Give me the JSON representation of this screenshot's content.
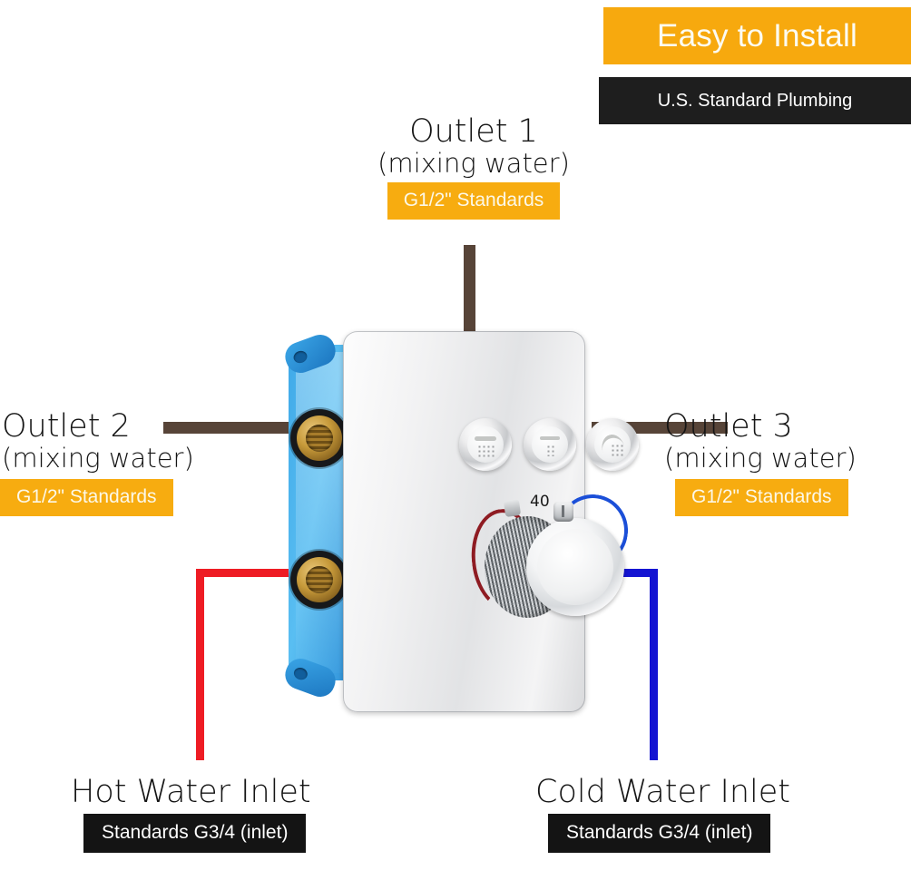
{
  "banners": {
    "headline": "Easy to Install",
    "subheadline": "U.S. Standard Plumbing"
  },
  "colors": {
    "amber": "#F7AC10",
    "black": "#141414",
    "hot_line": "#EE1C24",
    "cold_line": "#1414D2",
    "outlet_pipe": "#574438",
    "valve_body": "#3FA9E8"
  },
  "callouts": {
    "outlet_1": {
      "title": "Outlet 1",
      "subtitle": "(mixing water)",
      "tag": "G1/2\" Standards"
    },
    "outlet_2": {
      "title": "Outlet 2",
      "subtitle": "(mixing water)",
      "tag": "G1/2\" Standards"
    },
    "outlet_3": {
      "title": "Outlet 3",
      "subtitle": "(mixing water)",
      "tag": "G1/2\" Standards"
    },
    "hot_inlet": {
      "title": "Hot Water Inlet",
      "tag": "Standards G3/4 (inlet)"
    },
    "cold_inlet": {
      "title": "Cold Water Inlet",
      "tag": "Standards G3/4 (inlet)"
    }
  },
  "valve": {
    "temperature_marking": "40",
    "buttons": [
      {
        "icon": "rain-shower-icon"
      },
      {
        "icon": "body-jet-icon"
      },
      {
        "icon": "handheld-shower-icon"
      }
    ]
  }
}
